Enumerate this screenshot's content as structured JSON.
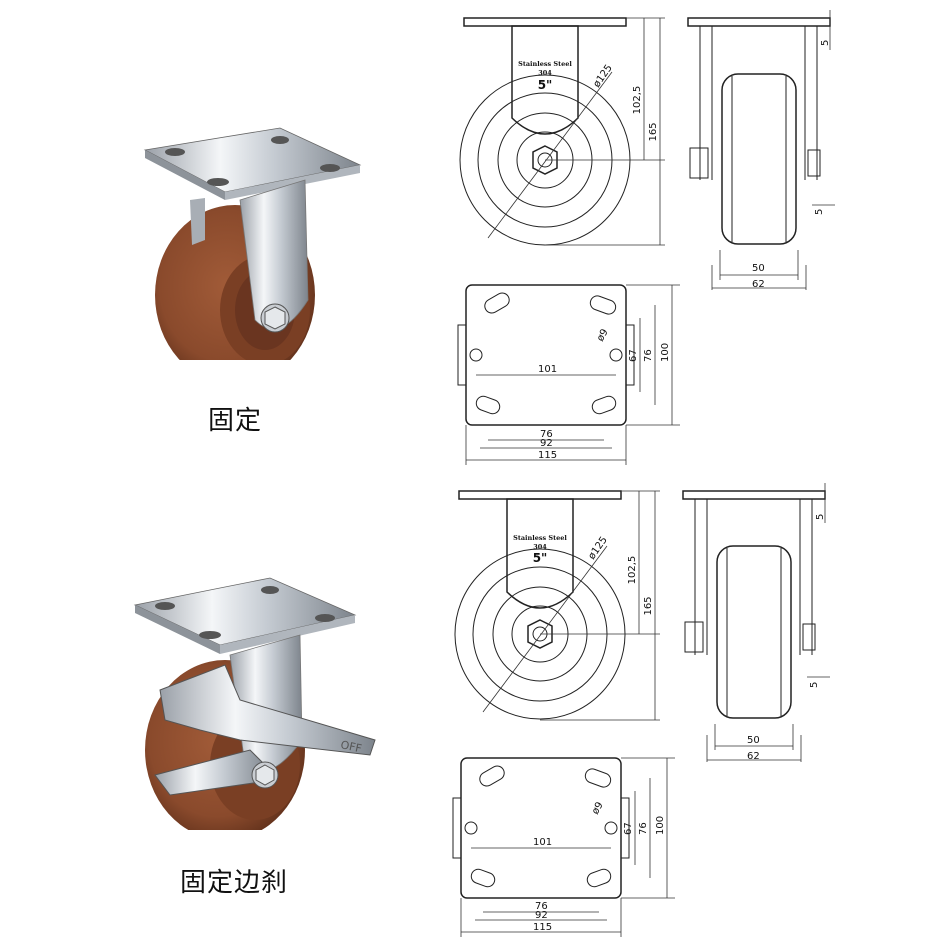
{
  "products": [
    {
      "caption": "固定",
      "drawing": {
        "stamp_line1": "Stainless Steel",
        "stamp_line2": "304",
        "stamp_size": "5\"",
        "dims": {
          "wheel_dia": "ø125",
          "center_height": "102,5",
          "total_height": "165",
          "plate_thickness": "5",
          "axle_offset": "5",
          "wheel_width": "50",
          "bracket_width": "62",
          "hole_span_x": "101",
          "hole_dia": "ø9",
          "hole_span_y1": "67",
          "hole_span_y2": "76",
          "plate_depth": "100",
          "hole_span_x2": "76",
          "hole_span_x3": "92",
          "plate_width": "115"
        }
      }
    },
    {
      "caption": "固定边刹",
      "brake_label": "OFF",
      "drawing": {
        "stamp_line1": "Stainless Steel",
        "stamp_line2": "304",
        "stamp_size": "5\"",
        "dims": {
          "wheel_dia": "ø125",
          "center_height": "102,5",
          "total_height": "165",
          "plate_thickness": "5",
          "axle_offset": "5",
          "wheel_width": "50",
          "bracket_width": "62",
          "hole_span_x": "101",
          "hole_dia": "ø9",
          "hole_span_y1": "67",
          "hole_span_y2": "76",
          "plate_depth": "100",
          "hole_span_x2": "76",
          "hole_span_x3": "92",
          "plate_width": "115"
        }
      }
    }
  ],
  "colors": {
    "wheel": "#8a4a2c",
    "wheel_dark": "#5e2f1a",
    "steel": "#d9dde2",
    "line": "#222222"
  }
}
